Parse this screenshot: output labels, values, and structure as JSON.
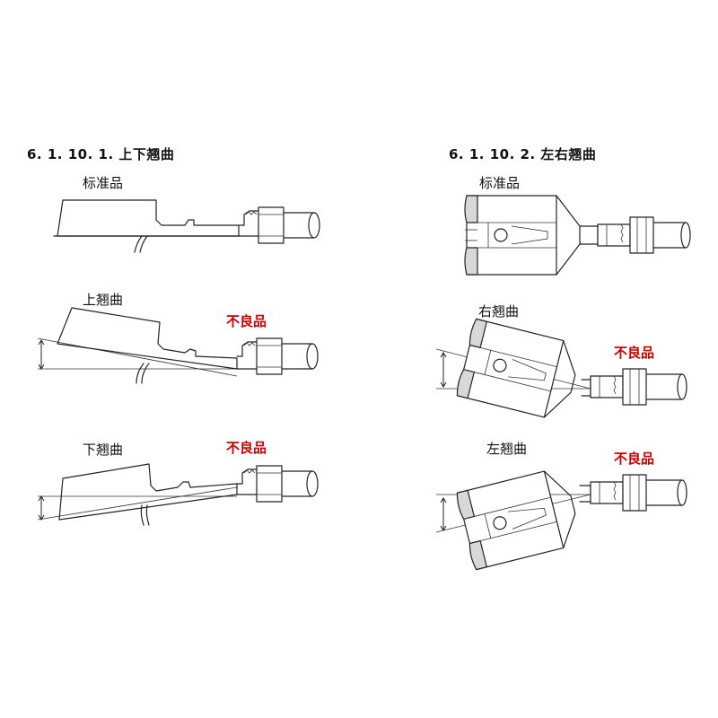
{
  "colors": {
    "line": "#222222",
    "defect": "#cc0000",
    "background": "#ffffff"
  },
  "left_section": {
    "heading": "6. 1. 10. 1. 上下翘曲",
    "standard_label": "标准品",
    "up_label": "上翘曲",
    "down_label": "下翘曲",
    "defect_label": "不良品"
  },
  "right_section": {
    "heading": "6. 1. 10. 2. 左右翘曲",
    "standard_label": "标准品",
    "right_label": "右翘曲",
    "left_label": "左翘曲",
    "defect_label": "不良品"
  }
}
